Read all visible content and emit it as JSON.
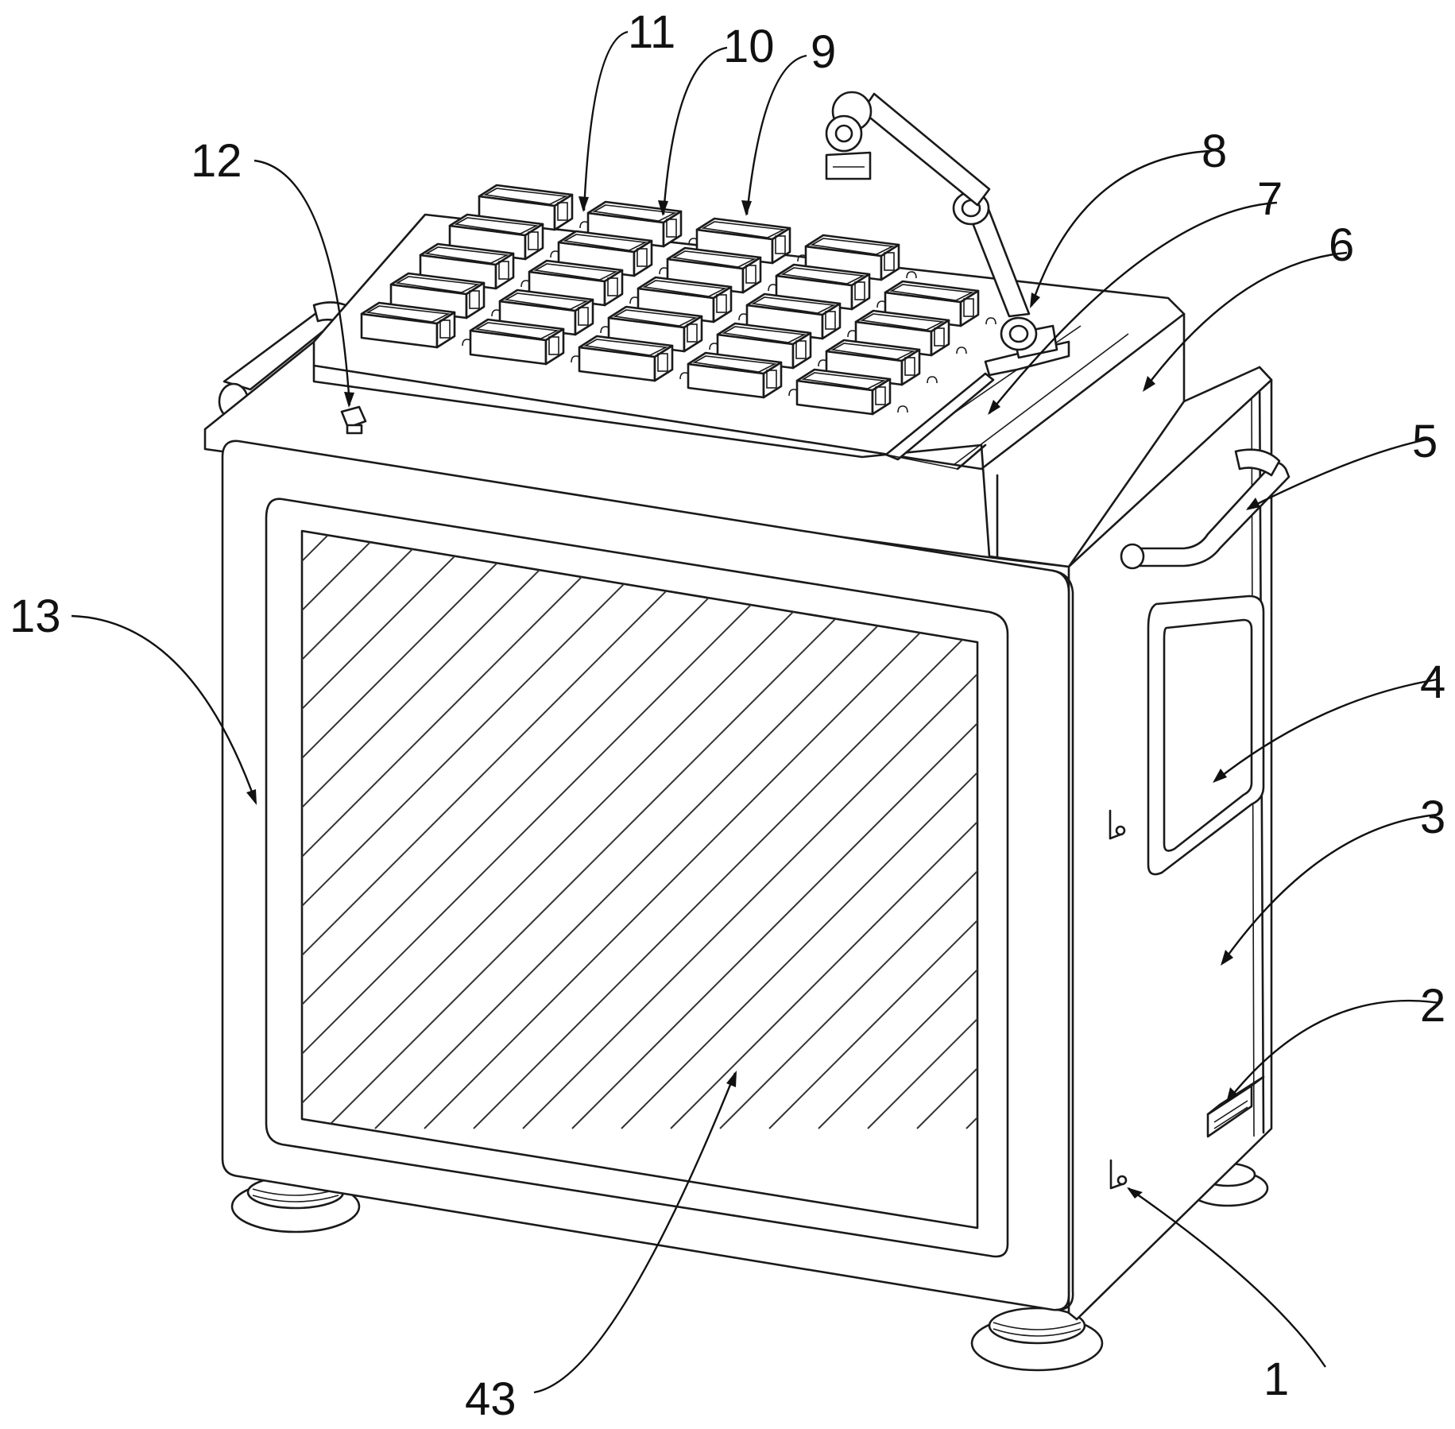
{
  "callouts": [
    {
      "id": "c1",
      "text": "1"
    },
    {
      "id": "c2",
      "text": "2"
    },
    {
      "id": "c3",
      "text": "3"
    },
    {
      "id": "c4",
      "text": "4"
    },
    {
      "id": "c5",
      "text": "5"
    },
    {
      "id": "c6",
      "text": "6"
    },
    {
      "id": "c7",
      "text": "7"
    },
    {
      "id": "c8",
      "text": "8"
    },
    {
      "id": "c9",
      "text": "9"
    },
    {
      "id": "c10",
      "text": "10"
    },
    {
      "id": "c11",
      "text": "11"
    },
    {
      "id": "c12",
      "text": "12"
    },
    {
      "id": "c13",
      "text": "13"
    },
    {
      "id": "c43",
      "text": "43"
    }
  ],
  "colors": {
    "line": "#1a1a1a",
    "background": "#ffffff"
  }
}
